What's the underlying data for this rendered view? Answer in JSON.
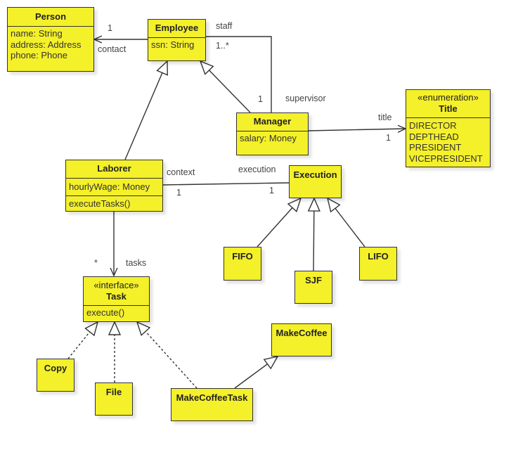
{
  "diagram": {
    "type": "UML class diagram",
    "classes": {
      "person": {
        "name": "Person",
        "attributes": [
          "name: String",
          "address: Address",
          "phone: Phone"
        ]
      },
      "employee": {
        "name": "Employee",
        "attributes": [
          "ssn: String"
        ]
      },
      "manager": {
        "name": "Manager",
        "attributes": [
          "salary: Money"
        ]
      },
      "title": {
        "stereotype": "«enumeration»",
        "name": "Title",
        "literals": [
          "DIRECTOR",
          "DEPTHEAD",
          "PRESIDENT",
          "VICEPRESIDENT"
        ]
      },
      "laborer": {
        "name": "Laborer",
        "attributes": [
          "hourlyWage: Money"
        ],
        "operations": [
          "executeTasks()"
        ]
      },
      "execution": {
        "name": "Execution"
      },
      "fifo": {
        "name": "FIFO"
      },
      "sjf": {
        "name": "SJF"
      },
      "lifo": {
        "name": "LIFO"
      },
      "task": {
        "stereotype": "«interface»",
        "name": "Task",
        "operations": [
          "execute()"
        ]
      },
      "copy": {
        "name": "Copy"
      },
      "file": {
        "name": "File"
      },
      "makecoffeetask": {
        "name": "MakeCoffeeTask"
      },
      "makecoffee": {
        "name": "MakeCoffee"
      }
    },
    "labels": {
      "contact_mult": "1",
      "contact_role": "contact",
      "staff_role": "staff",
      "staff_mult": "1..*",
      "supervisor_mult": "1",
      "supervisor_role": "supervisor",
      "title_role": "title",
      "title_mult": "1",
      "context_role": "context",
      "context_mult": "1",
      "execution_role": "execution",
      "execution_mult": "1",
      "tasks_mult": "*",
      "tasks_role": "tasks"
    },
    "relationships": [
      {
        "from": "Employee",
        "to": "Person",
        "kind": "association",
        "role": "contact",
        "multiplicity": "1"
      },
      {
        "from": "Manager",
        "to": "Employee",
        "kind": "association",
        "roles": [
          "staff 1..*",
          "supervisor 1"
        ]
      },
      {
        "from": "Manager",
        "to": "Title",
        "kind": "association",
        "role": "title",
        "multiplicity": "1"
      },
      {
        "from": "Manager",
        "to": "Employee",
        "kind": "generalization"
      },
      {
        "from": "Laborer",
        "to": "Employee",
        "kind": "generalization"
      },
      {
        "from": "Laborer",
        "to": "Execution",
        "kind": "association",
        "roles": [
          "context 1",
          "execution 1"
        ]
      },
      {
        "from": "Laborer",
        "to": "Task",
        "kind": "association",
        "role": "tasks",
        "multiplicity": "*"
      },
      {
        "from": "FIFO",
        "to": "Execution",
        "kind": "generalization"
      },
      {
        "from": "SJF",
        "to": "Execution",
        "kind": "generalization"
      },
      {
        "from": "LIFO",
        "to": "Execution",
        "kind": "generalization"
      },
      {
        "from": "Copy",
        "to": "Task",
        "kind": "realization"
      },
      {
        "from": "File",
        "to": "Task",
        "kind": "realization"
      },
      {
        "from": "MakeCoffeeTask",
        "to": "Task",
        "kind": "realization"
      },
      {
        "from": "MakeCoffeeTask",
        "to": "MakeCoffee",
        "kind": "generalization"
      }
    ],
    "colors": {
      "class_fill": "#f4f02a",
      "stroke": "#333333"
    }
  }
}
